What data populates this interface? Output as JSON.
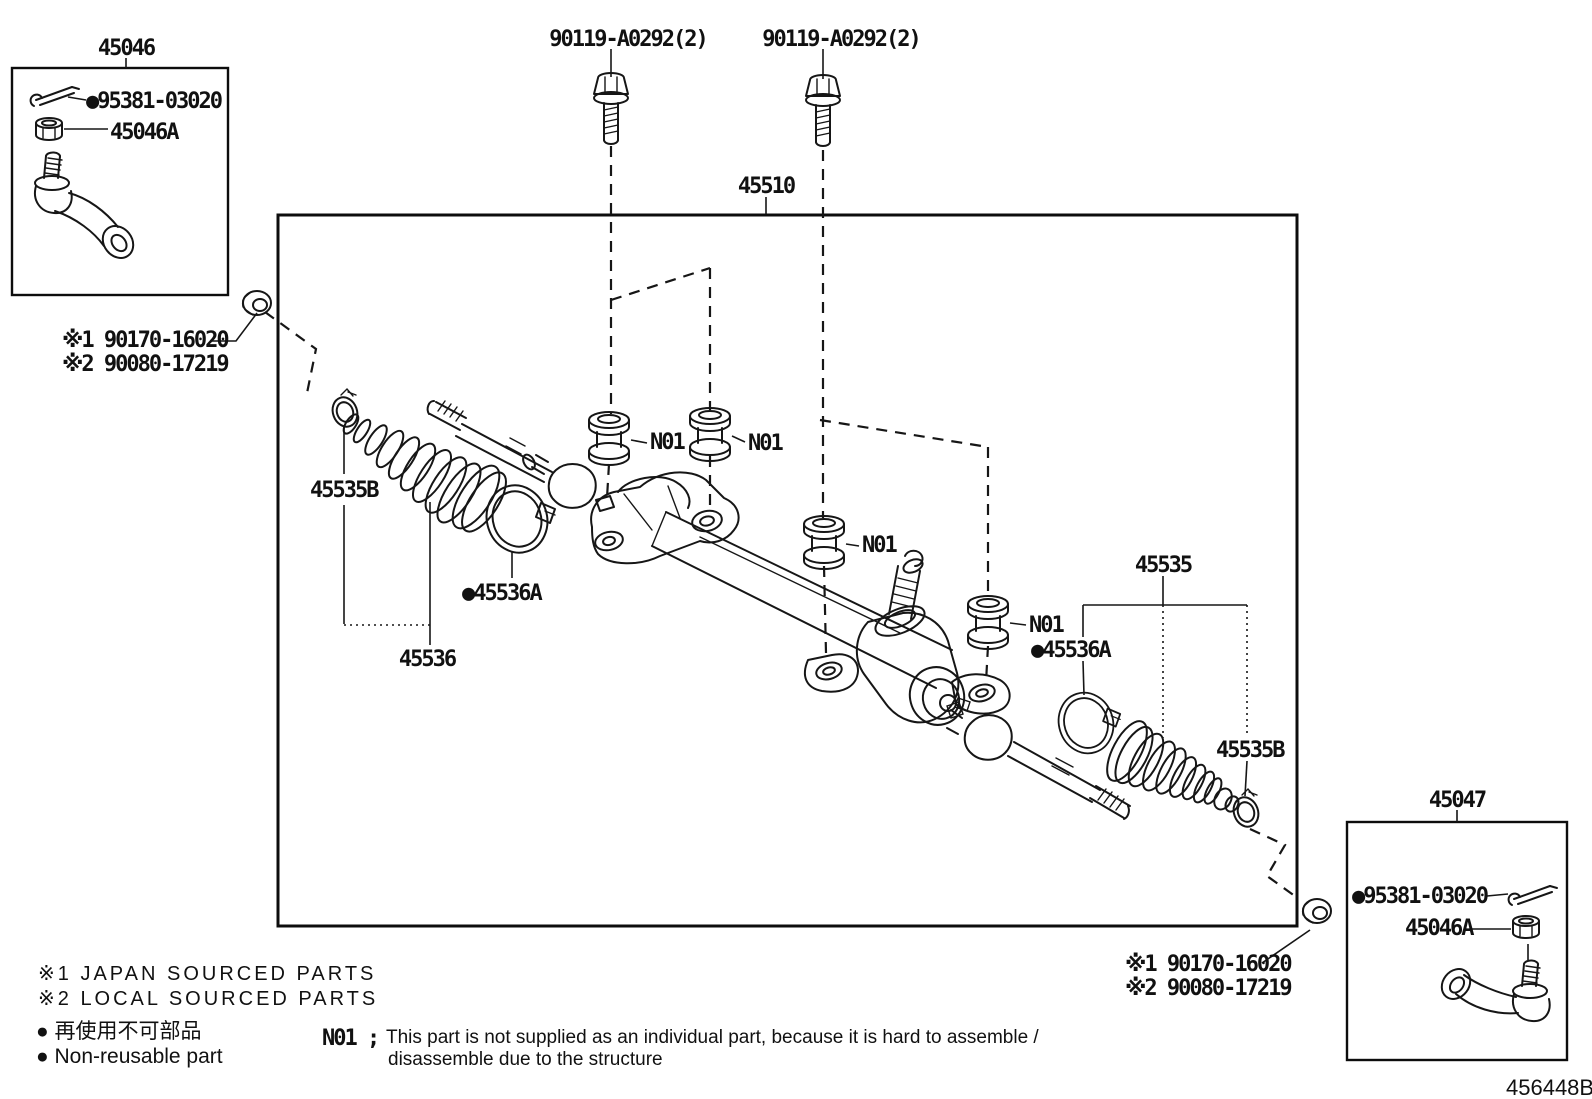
{
  "drawing": {
    "code": "456448B",
    "main_assembly_label": "45510",
    "bolt_label_left": "90119-A0292(2)",
    "bolt_label_right": "90119-A0292(2)",
    "n01": "N01",
    "inset_left": {
      "title": "45046",
      "cotter_pin_part": "●95381-03020",
      "nut_part": "45046A"
    },
    "inset_right": {
      "title": "45047",
      "cotter_pin_part": "●95381-03020",
      "nut_part": "45046A"
    },
    "tie_rod_lock_nut_top": {
      "line1": "※1 90170-16020",
      "line2": "※2 90080-17219"
    },
    "tie_rod_lock_nut_bottom": {
      "line1": "※1 90170-16020",
      "line2": "※2 90080-17219"
    },
    "boot_left": {
      "clamp_small": "45535B",
      "clamp_big": "●45536A",
      "assy": "45536"
    },
    "boot_right": {
      "assy": "45535",
      "clamp_big": "●45536A",
      "clamp_small": "45535B"
    }
  },
  "legend": {
    "source1": "※1 JAPAN SOURCED PARTS",
    "source2": "※2 LOCAL SOURCED PARTS",
    "nonreusable_jp": "● 再使用不可部品",
    "nonreusable_en": "● Non-reusable part"
  },
  "note": {
    "key": "N01 ;",
    "line1": "This part is not supplied as an individual part, because it is hard to assemble /",
    "line2": "disassemble due to the structure"
  }
}
